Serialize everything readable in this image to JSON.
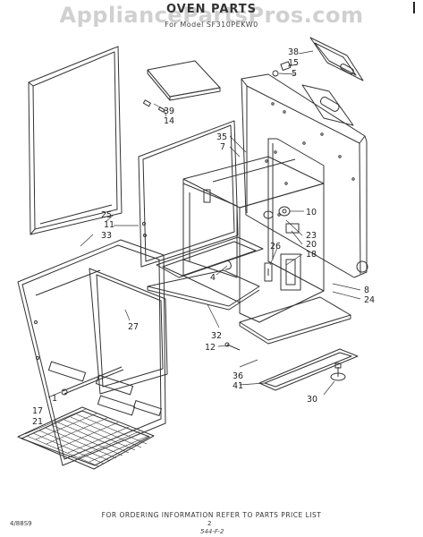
{
  "header": {
    "title": "OVEN PARTS",
    "model": "For Model SF310PEKW0",
    "watermark": "AppliancePartsPros.com"
  },
  "footer": {
    "note": "FOR ORDERING INFORMATION REFER TO PARTS PRICE LIST",
    "left_code": "4/88S9",
    "page_number": "2",
    "page_code": "544-F-2"
  },
  "callouts": {
    "c38": "38",
    "c15": "15",
    "c5": "5",
    "c39": "39",
    "c14": "14",
    "c35": "35",
    "c7": "7",
    "c25": "25",
    "c11": "11",
    "c33": "33",
    "c10": "10",
    "c23": "23",
    "c20": "20",
    "c18": "18",
    "c26": "26",
    "c4": "4",
    "c27": "27",
    "c8": "8",
    "c24": "24",
    "c32": "32",
    "c12": "12",
    "c1": "1",
    "c17": "17",
    "c21": "21",
    "c36": "36",
    "c41": "41",
    "c30": "30"
  }
}
